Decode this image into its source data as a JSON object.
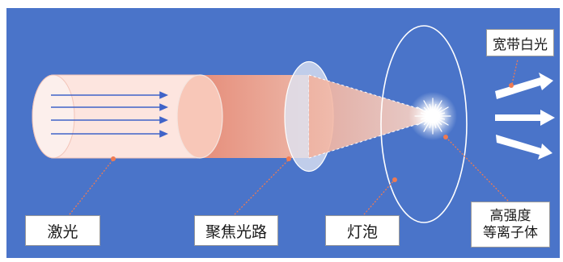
{
  "labels": {
    "laser": "激光",
    "focus_path": "聚焦光路",
    "bulb": "灯泡",
    "plasma_line1": "高强度",
    "plasma_line2": "等离子体",
    "broadband_light": "宽带白光"
  },
  "colors": {
    "background": "#4a74c9",
    "frame": "#4169bc",
    "laser_tube": "#fce3dd",
    "beam": "#ee8f76",
    "lens": "#dde3f3",
    "pointer_line": "#ee7a52",
    "arrow": "#ffffff",
    "ray": "#3f63c8"
  }
}
